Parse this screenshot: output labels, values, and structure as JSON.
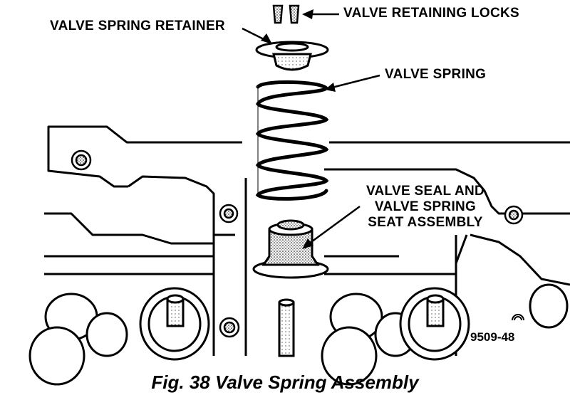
{
  "labels": {
    "retaining_locks": "VALVE RETAINING LOCKS",
    "spring_retainer": "VALVE SPRING RETAINER",
    "valve_spring": "VALVE SPRING",
    "seal_line1": "VALVE SEAL AND",
    "seal_line2": "VALVE SPRING",
    "seal_line3": "SEAT ASSEMBLY"
  },
  "reference_number": "9509-48",
  "caption": "Fig. 38 Valve Spring Assembly"
}
